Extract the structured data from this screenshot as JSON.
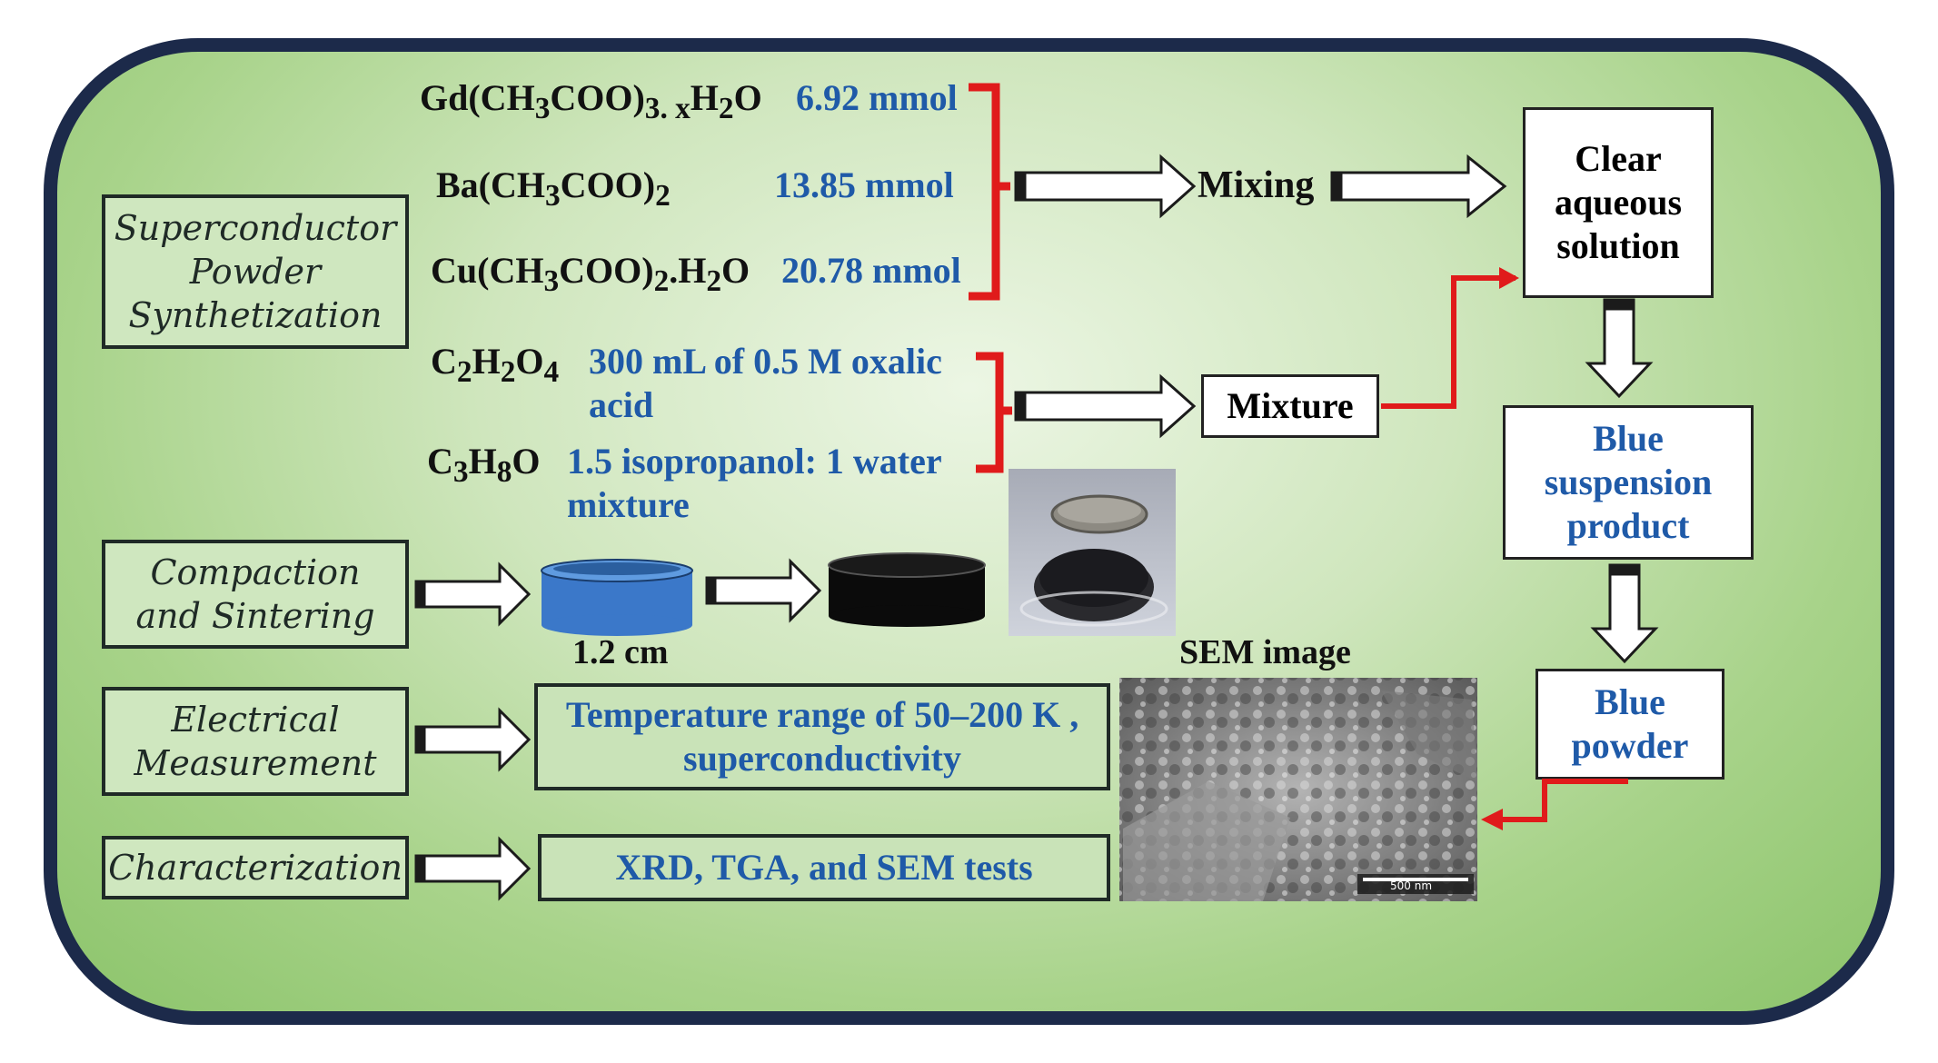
{
  "stages": [
    {
      "id": "synthesis",
      "label": "Superconductor\nPowder\nSynthetization"
    },
    {
      "id": "compaction",
      "label": "Compaction\nand Sintering"
    },
    {
      "id": "electrical",
      "label": "Electrical\nMeasurement"
    },
    {
      "id": "characterization",
      "label": "Characterization"
    }
  ],
  "reagents": [
    {
      "formula": "Gd(CH3COO)3.xH2O",
      "amount": "6.92 mmol"
    },
    {
      "formula": "Ba(CH3COO)2",
      "amount": "13.85 mmol"
    },
    {
      "formula": "Cu(CH3COO)2.H2O",
      "amount": "20.78 mmol"
    },
    {
      "formula": "C2H2O4",
      "amount": "300 mL of 0.5 M oxalic\nacid"
    },
    {
      "formula": "C3H8O",
      "amount": "1.5 isopropanol: 1 water\nmixture"
    }
  ],
  "steps": {
    "mixing": "Mixing",
    "mixture": "Mixture",
    "clear_solution": "Clear\naqueous\nsolution",
    "blue_suspension": "Blue\nsuspension\nproduct",
    "blue_powder": "Blue\npowder"
  },
  "pellet_size": "1.2 cm",
  "sem_title": "SEM image",
  "sem_scale": "500 nm",
  "results": {
    "electrical": "Temperature range of 50–200 K ,\nsuperconductivity",
    "characterization": "XRD,  TGA, and SEM tests"
  },
  "colors": {
    "border": "#1c2a4a",
    "accent_blue": "#1f5aa8",
    "bracket_red": "#e01b1b",
    "pellet_blue": "#3b78c9"
  }
}
